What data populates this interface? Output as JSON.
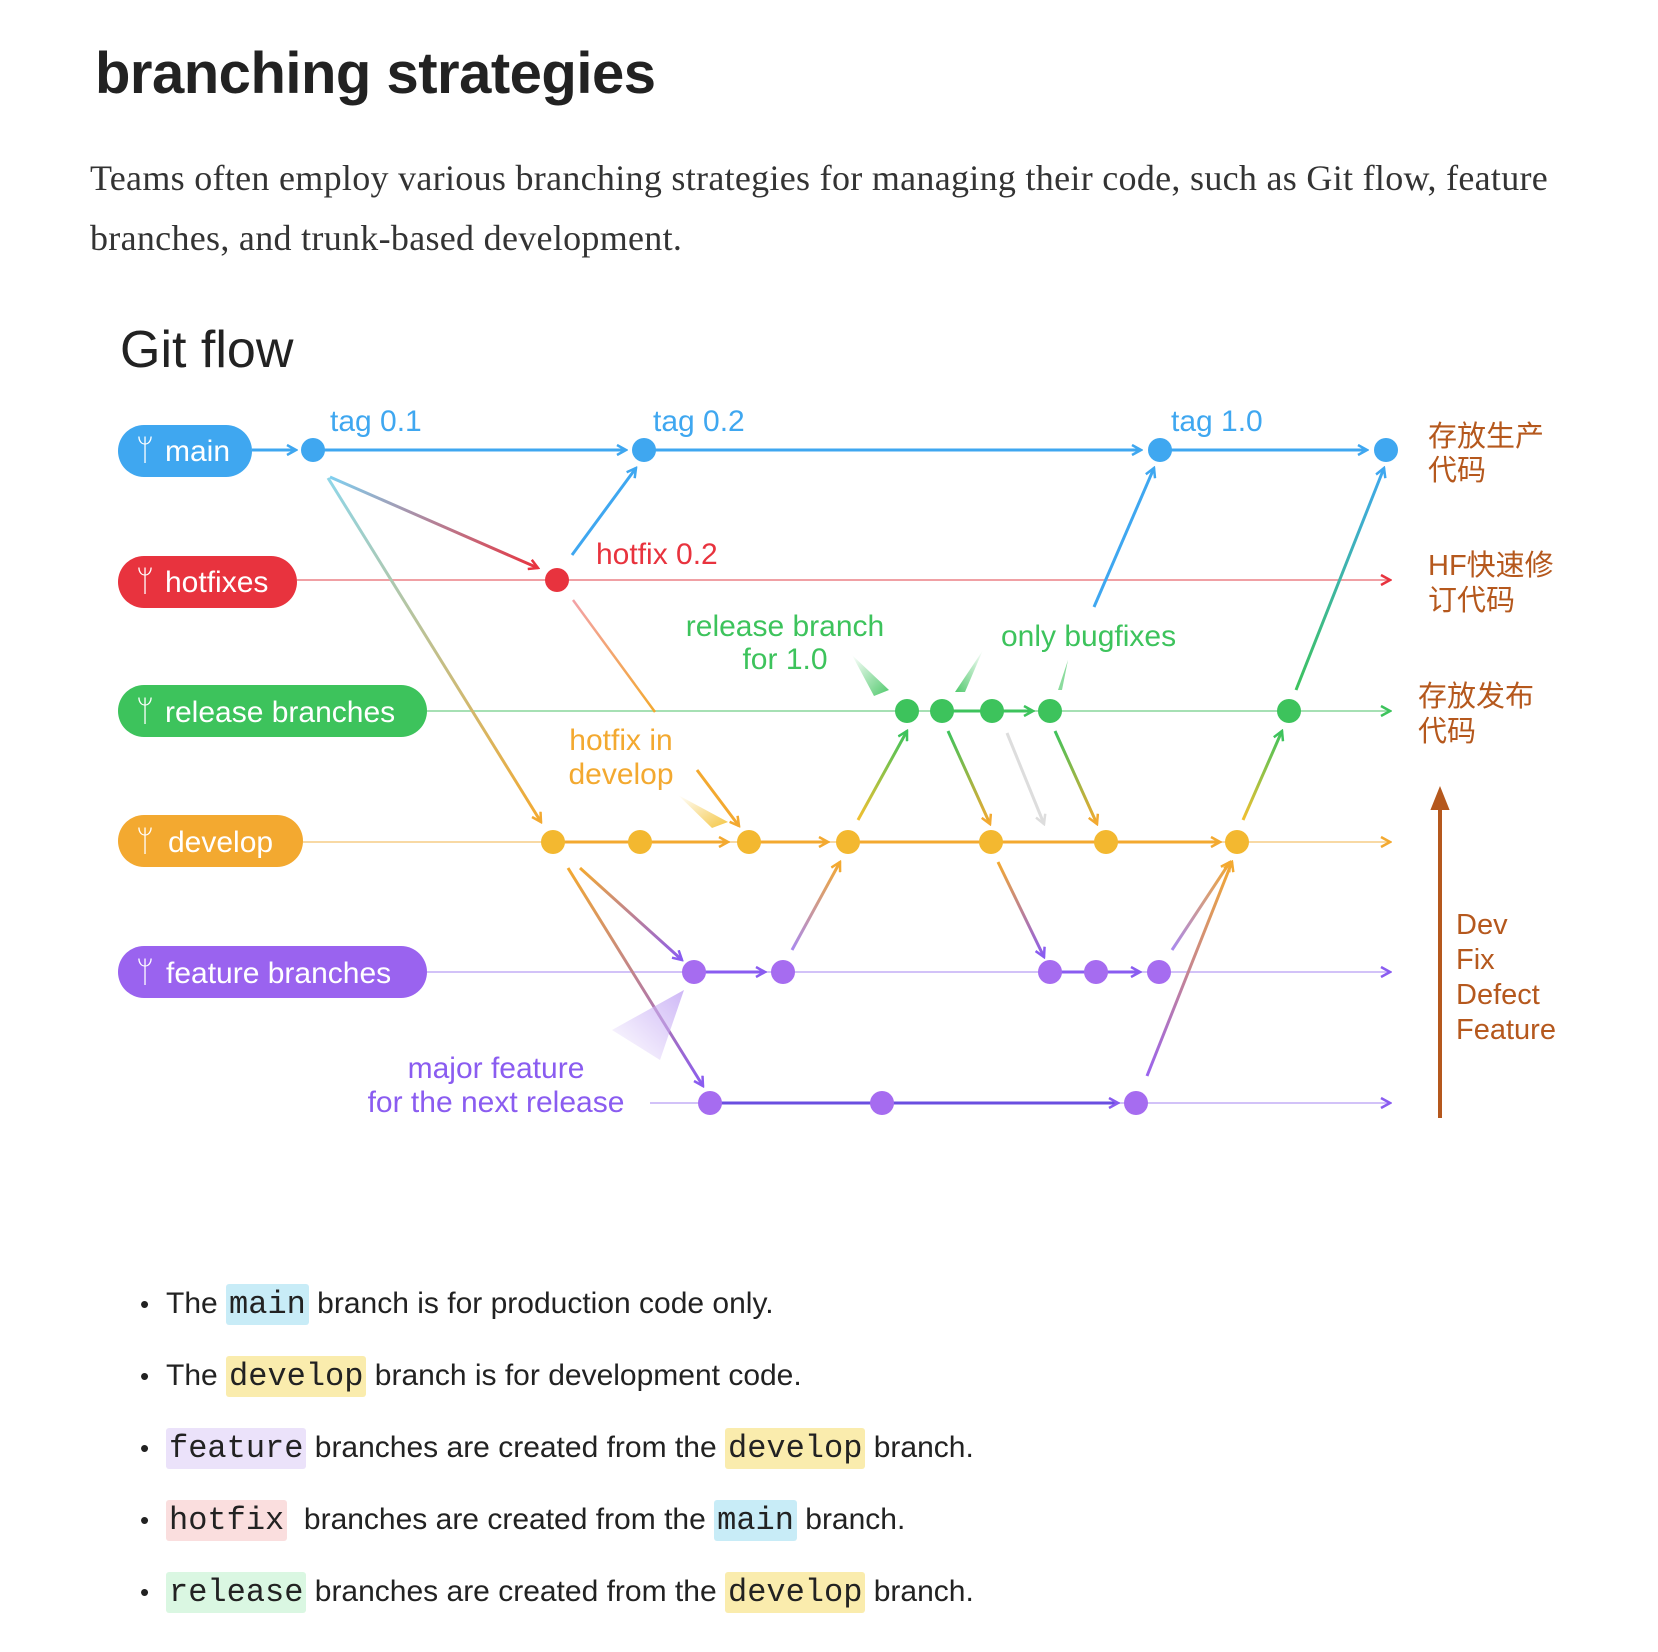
{
  "header": {
    "title": "branching strategies",
    "intro": "Teams often employ various branching strategies for managing their code, such as Git flow, feature branches, and trunk-based development."
  },
  "diagram": {
    "title": "Git flow",
    "branches": {
      "main": "main",
      "hotfixes": "hotfixes",
      "release": "release branches",
      "develop": "develop",
      "feature": "feature branches"
    },
    "labels": {
      "tag01": "tag 0.1",
      "tag02": "tag 0.2",
      "tag10": "tag 1.0",
      "hotfix02": "hotfix 0.2",
      "release_branch_1": "release branch",
      "release_branch_2": "for 1.0",
      "only_bugfixes": "only bugfixes",
      "hotfix_in_1": "hotfix in",
      "hotfix_in_2": "develop",
      "major_feature_1": "major feature",
      "major_feature_2": "for the next release"
    },
    "annotations": {
      "main_1": "存放生产",
      "main_2": "代码",
      "hotfix_1": "HF快速修",
      "hotfix_2": "订代码",
      "release_1": "存放发布",
      "release_2": "代码",
      "priority": [
        "Dev",
        "Fix",
        "Defect",
        "Feature"
      ]
    },
    "colors": {
      "main": "#3fa7f0",
      "hotfix": "#e8333e",
      "release": "#3dc35c",
      "develop": "#f3a930",
      "feature": "#9a63ef",
      "annotation": "#b5581d"
    }
  },
  "bullets": {
    "b1": {
      "pre": "The ",
      "code": "main",
      "post": " branch is for production code only."
    },
    "b2": {
      "pre": "The ",
      "code": "develop",
      "post": " branch is for development code."
    },
    "b3": {
      "code1": "feature",
      "mid": " branches are created from the ",
      "code2": "develop",
      "post": " branch."
    },
    "b4": {
      "code1": "hotfix",
      "mid": "  branches are created from the ",
      "code2": "main",
      "post": " branch."
    },
    "b5": {
      "code1": "release",
      "mid": " branches are created from the ",
      "code2": "develop",
      "post": " branch."
    }
  }
}
